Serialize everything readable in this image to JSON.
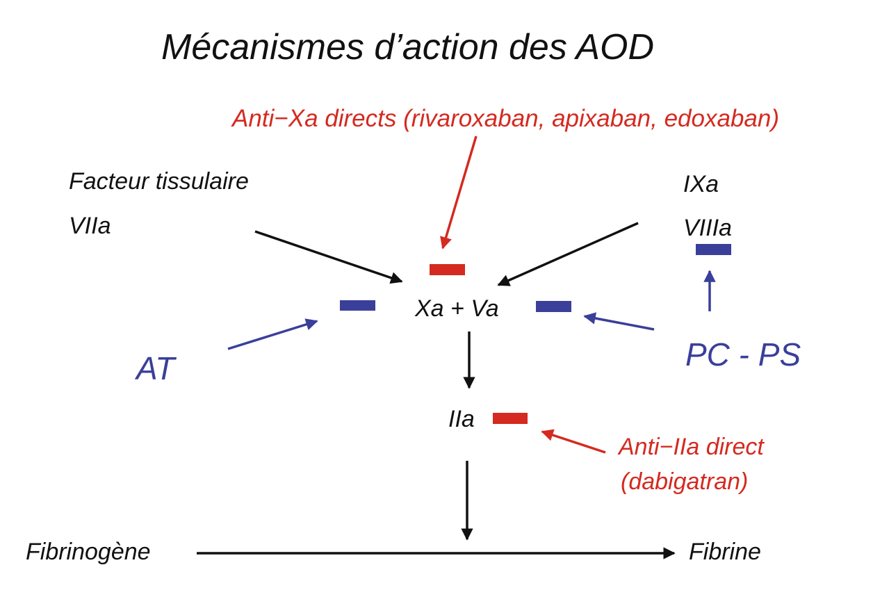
{
  "title": "Mécanismes d’action des AOD",
  "labels": {
    "anti_xa": "Anti−Xa directs (rivaroxaban, apixaban, edoxaban)",
    "facteur_tissulaire": "Facteur tissulaire",
    "viia": "VIIa",
    "ixa": "IXa",
    "viiia": "VIIIa",
    "xa_va": "Xa + Va",
    "at": "AT",
    "pc_ps": "PC - PS",
    "iia": "IIa",
    "anti_iia_line1": "Anti−IIa direct",
    "anti_iia_line2": "(dabigatran)",
    "fibrinogene": "Fibrinogène",
    "fibrine": "Fibrine"
  },
  "colors": {
    "black": "#111111",
    "red": "#d42a20",
    "blue": "#3a3f9a"
  }
}
